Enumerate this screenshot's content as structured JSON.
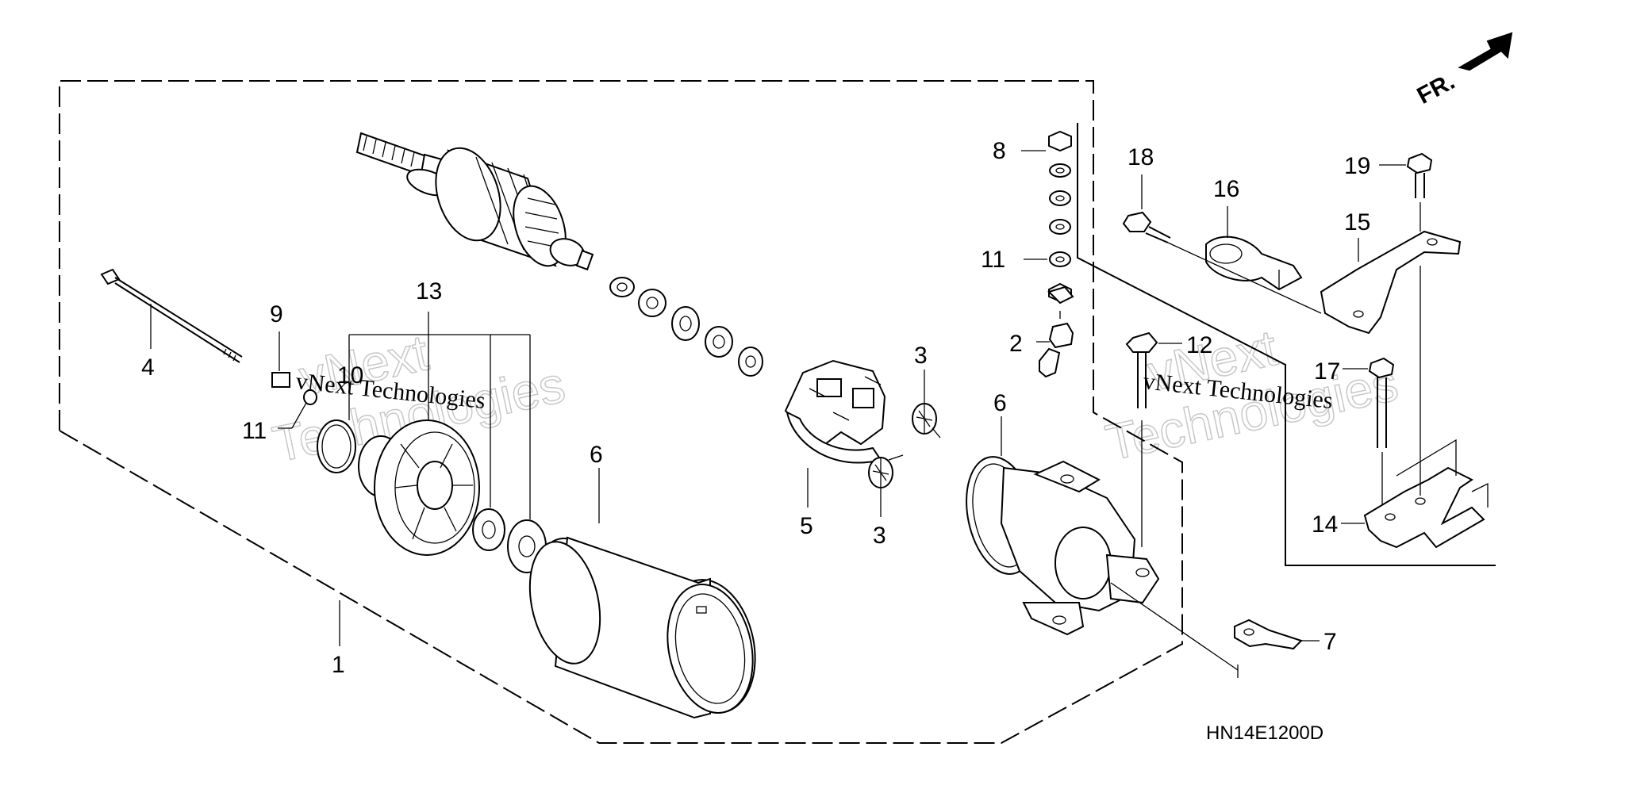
{
  "diagram": {
    "code": "HN14E1200D",
    "direction_label": "FR.",
    "watermark_brand": "vNext",
    "watermark_word": "Technologies",
    "watermark_full": "vNext Technologies"
  },
  "callouts": {
    "c1": "1",
    "c2": "2",
    "c3a": "3",
    "c3b": "3",
    "c4": "4",
    "c5": "5",
    "c6a": "6",
    "c6b": "6",
    "c7": "7",
    "c8": "8",
    "c9": "9",
    "c10": "10",
    "c11a": "11",
    "c11b": "11",
    "c12": "12",
    "c13": "13",
    "c14": "14",
    "c15": "15",
    "c16": "16",
    "c17": "17",
    "c18": "18",
    "c19": "19"
  }
}
